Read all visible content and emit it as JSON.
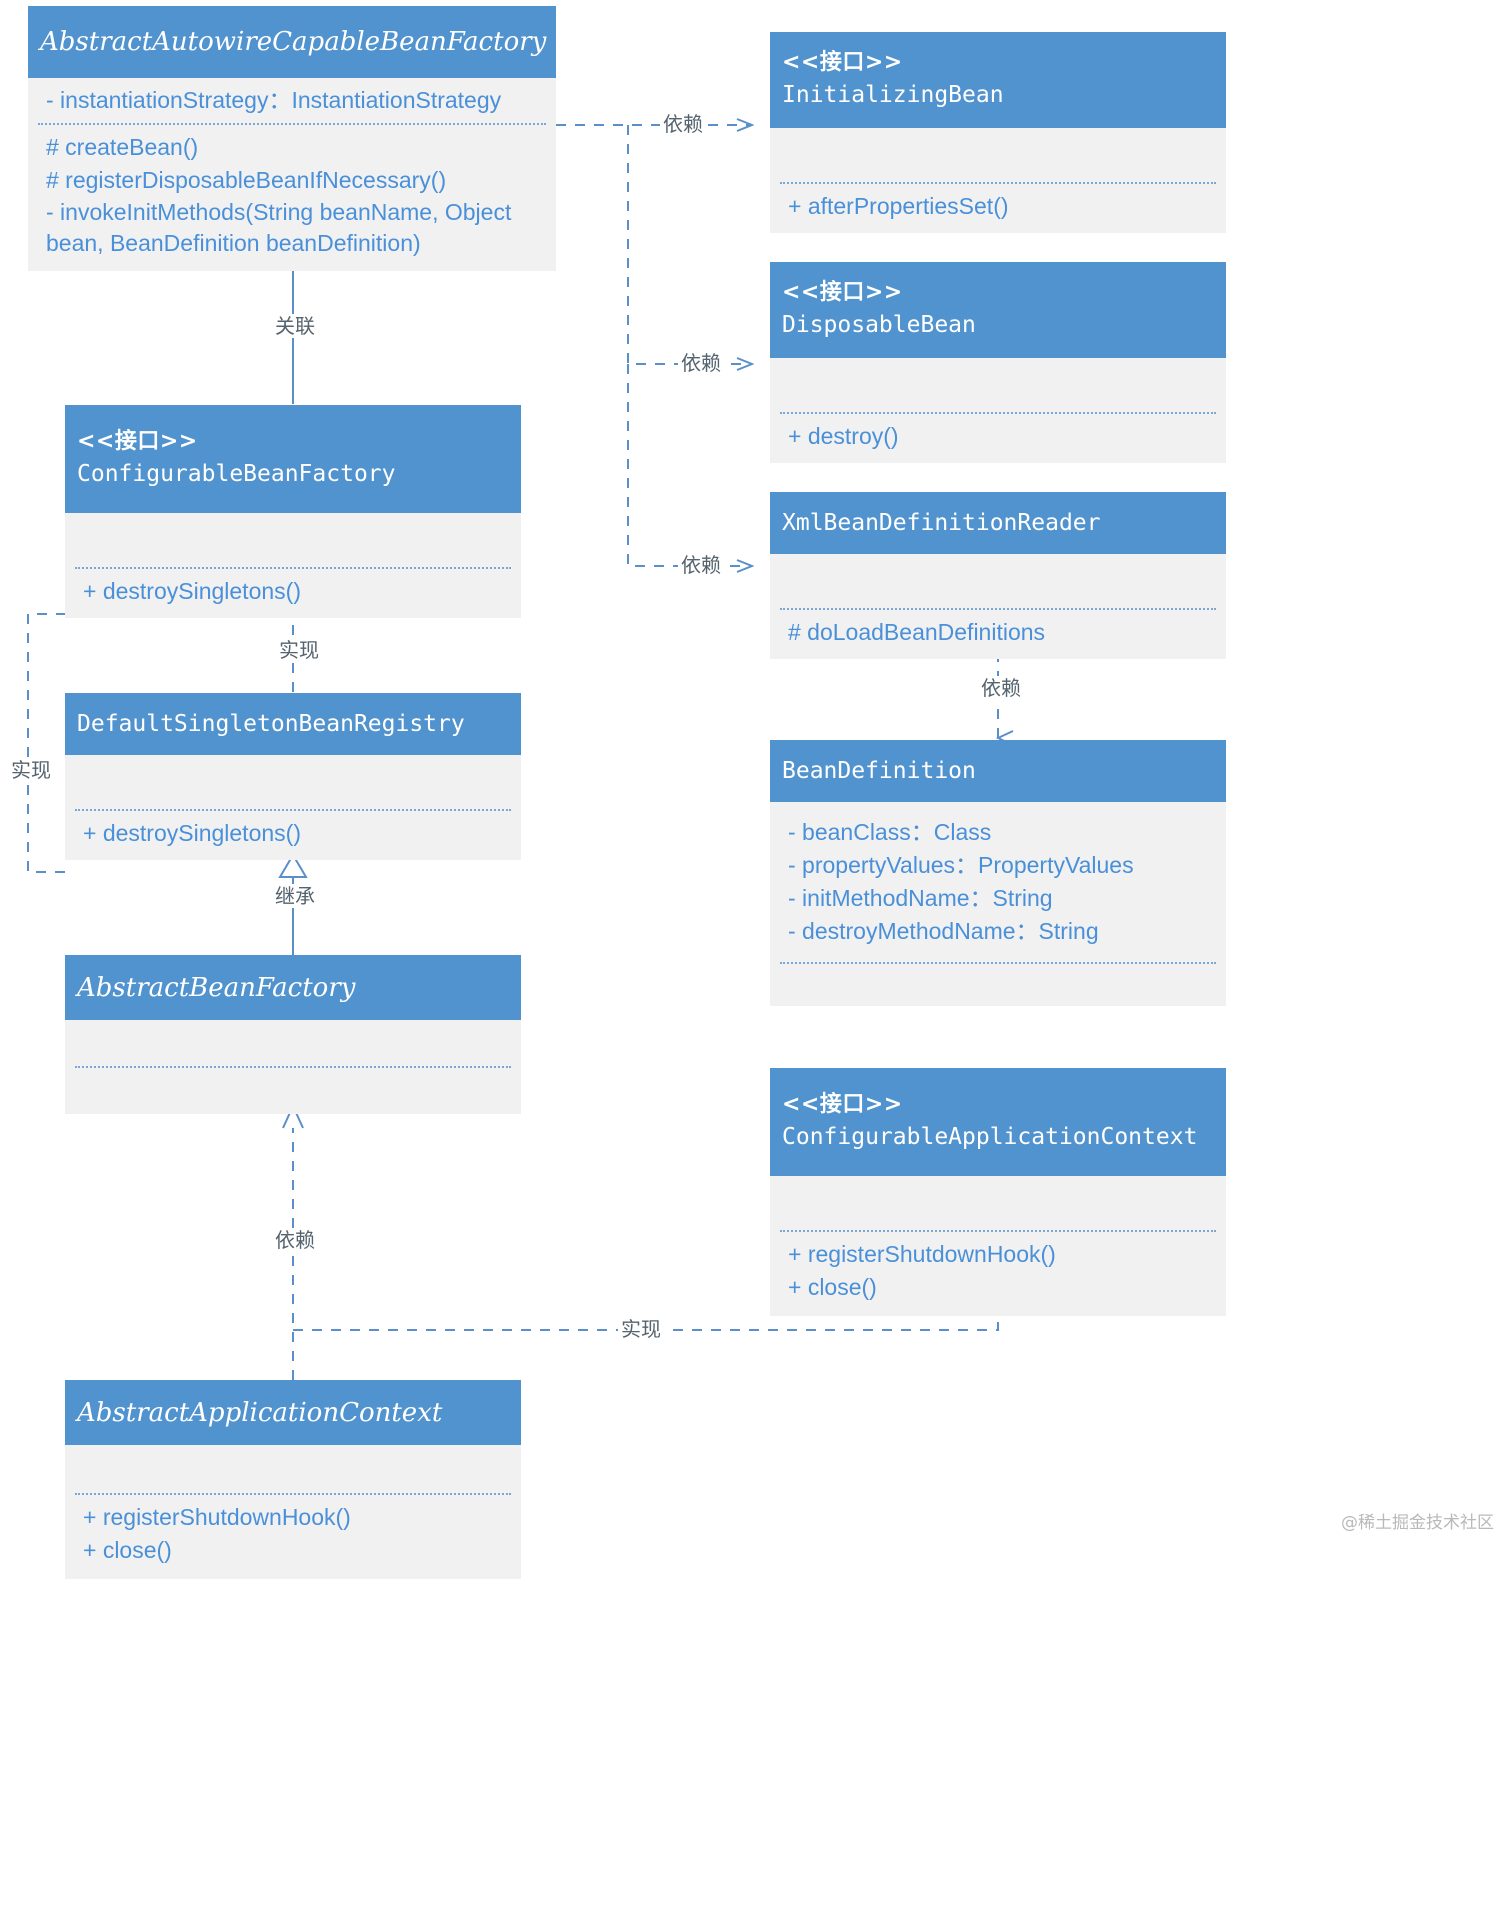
{
  "diagram": {
    "title": "Spring IoC Bean lifecycle class diagram",
    "accent_color": "#5193ce",
    "body_color": "#f1f1f1",
    "text_color": "#4a90d9",
    "line_color": "#5b8fc9",
    "watermark": "@稀土掘金技术社区"
  },
  "stereotype_interface": "<<接口>>",
  "classes": [
    {
      "id": "abstractAutowireCapableBeanFactory",
      "stereotype": "",
      "name": "AbstractAutowireCapableBeanFactory",
      "abstract": true,
      "attributes": [
        "- instantiationStrategy：InstantiationStrategy"
      ],
      "methods": [
        "# createBean()",
        "# registerDisposableBeanIfNecessary()",
        "- invokeInitMethods(String beanName, Object bean, BeanDefinition beanDefinition)"
      ]
    },
    {
      "id": "initializingBean",
      "stereotype": "<<接口>>",
      "name": "InitializingBean",
      "abstract": false,
      "attributes": [],
      "methods": [
        "+ afterPropertiesSet()"
      ]
    },
    {
      "id": "disposableBean",
      "stereotype": "<<接口>>",
      "name": "DisposableBean",
      "abstract": false,
      "attributes": [],
      "methods": [
        "+ destroy()"
      ]
    },
    {
      "id": "xmlBeanDefinitionReader",
      "stereotype": "",
      "name": "XmlBeanDefinitionReader",
      "abstract": false,
      "attributes": [],
      "methods": [
        "# doLoadBeanDefinitions"
      ]
    },
    {
      "id": "beanDefinition",
      "stereotype": "",
      "name": "BeanDefinition",
      "abstract": false,
      "attributes": [
        "- beanClass：Class",
        "- propertyValues：PropertyValues",
        "- initMethodName：String",
        "- destroyMethodName：String"
      ],
      "methods": []
    },
    {
      "id": "configurableBeanFactory",
      "stereotype": "<<接口>>",
      "name": "ConfigurableBeanFactory",
      "abstract": false,
      "attributes": [],
      "methods": [
        "+ destroySingletons()"
      ]
    },
    {
      "id": "defaultSingletonBeanRegistry",
      "stereotype": "",
      "name": "DefaultSingletonBeanRegistry",
      "abstract": false,
      "attributes": [],
      "methods": [
        "+ destroySingletons()"
      ]
    },
    {
      "id": "abstractBeanFactory",
      "stereotype": "",
      "name": "AbstractBeanFactory",
      "abstract": true,
      "attributes": [],
      "methods": []
    },
    {
      "id": "configurableApplicationContext",
      "stereotype": "<<接口>>",
      "name": "ConfigurableApplicationContext",
      "abstract": false,
      "attributes": [],
      "methods": [
        "+ registerShutdownHook()",
        "+ close()"
      ]
    },
    {
      "id": "abstractApplicationContext",
      "stereotype": "",
      "name": "AbstractApplicationContext",
      "abstract": true,
      "attributes": [],
      "methods": [
        "+ registerShutdownHook()",
        "+ close()"
      ]
    }
  ],
  "relations": [
    {
      "id": "rel-aacbf-initializingbean",
      "label": "依赖",
      "kind": "dependency"
    },
    {
      "id": "rel-aacbf-disposablebean",
      "label": "依赖",
      "kind": "dependency"
    },
    {
      "id": "rel-aacbf-xmlreader",
      "label": "依赖",
      "kind": "dependency"
    },
    {
      "id": "rel-aacbf-cbf",
      "label": "关联",
      "kind": "association"
    },
    {
      "id": "rel-xmlreader-beandefinition",
      "label": "依赖",
      "kind": "dependency"
    },
    {
      "id": "rel-dsbr-cbf",
      "label": "实现",
      "kind": "realization"
    },
    {
      "id": "rel-abf-cbf",
      "label": "实现",
      "kind": "realization"
    },
    {
      "id": "rel-abf-dsbr",
      "label": "继承",
      "kind": "inheritance"
    },
    {
      "id": "rel-aac-abf",
      "label": "依赖",
      "kind": "dependency"
    },
    {
      "id": "rel-aac-cac",
      "label": "实现",
      "kind": "realization"
    }
  ]
}
